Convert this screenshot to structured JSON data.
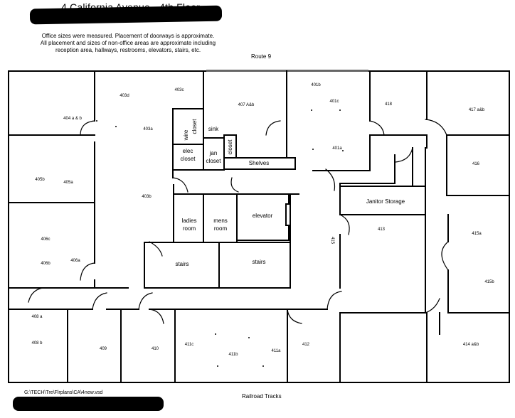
{
  "header": {
    "title": "4 California Avenue - 4th Floor",
    "notes": [
      "Office sizes were measured.  Placement of doorways is approximate.",
      "All placement and sizes of non-office areas are approximate including",
      "reception area, hallways, restrooms, elevators, stairs, etc."
    ]
  },
  "roads": {
    "north": "Route 9",
    "south": "Railroad Tracks"
  },
  "footer": {
    "file_path": "G:\\TECH\\Tre\\Flrplans\\CA\\4new.vsd"
  },
  "rooms": [
    {
      "id": "r404ab",
      "label": "404 a & b"
    },
    {
      "id": "r403d",
      "label": "403d"
    },
    {
      "id": "r403c",
      "label": "403c"
    },
    {
      "id": "r403a",
      "label": "403a"
    },
    {
      "id": "r405b",
      "label": "405b"
    },
    {
      "id": "r405a",
      "label": "405a"
    },
    {
      "id": "r403b",
      "label": "403b"
    },
    {
      "id": "r406c",
      "label": "406c"
    },
    {
      "id": "r406b",
      "label": "406b"
    },
    {
      "id": "r406a",
      "label": "406a"
    },
    {
      "id": "r407ab",
      "label": "407 A&b"
    },
    {
      "id": "r401b",
      "label": "401b"
    },
    {
      "id": "r401c",
      "label": "401c"
    },
    {
      "id": "r401a",
      "label": "401a"
    },
    {
      "id": "r418",
      "label": "418"
    },
    {
      "id": "r417ab",
      "label": "417 a&b"
    },
    {
      "id": "r416",
      "label": "416"
    },
    {
      "id": "r415a",
      "label": "415a"
    },
    {
      "id": "r415b",
      "label": "415b"
    },
    {
      "id": "r413",
      "label": "413"
    },
    {
      "id": "r415",
      "label": "415"
    },
    {
      "id": "r408a",
      "label": "408 a"
    },
    {
      "id": "r408b",
      "label": "408 b"
    },
    {
      "id": "r409",
      "label": "409"
    },
    {
      "id": "r410",
      "label": "410"
    },
    {
      "id": "r411c",
      "label": "411c"
    },
    {
      "id": "r411b",
      "label": "411b"
    },
    {
      "id": "r411a",
      "label": "411a"
    },
    {
      "id": "r412",
      "label": "412"
    },
    {
      "id": "r414ab",
      "label": "414 a&b"
    }
  ],
  "utility_areas": {
    "wire_closet": [
      "wire",
      "closet"
    ],
    "sink": "sink",
    "closet": "closet",
    "elec_closet": [
      "elec",
      "closet"
    ],
    "jan_closet": [
      "jan",
      "closet"
    ],
    "shelves": "Shelves",
    "janitor_storage": "Janitor Storage",
    "ladies_room": [
      "ladies",
      "room"
    ],
    "mens_room": [
      "mens",
      "room"
    ],
    "elevator": "elevator",
    "stairs_left": "stairs",
    "stairs_right": "stairs"
  }
}
